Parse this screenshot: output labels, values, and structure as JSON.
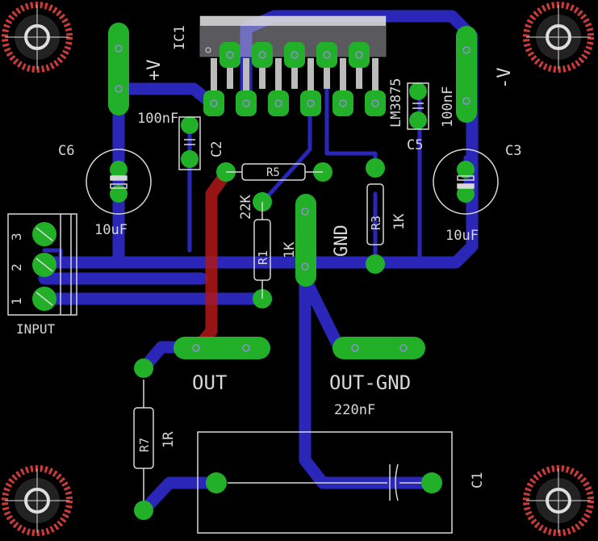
{
  "board": {
    "background": "#000000",
    "colors": {
      "bottom_copper": "#2a27b8",
      "top_copper": "#b01818",
      "pad": "#22b028",
      "silkscreen": "#d8d8d8",
      "hole_mark": "#cc3a3a"
    }
  },
  "labels": {
    "ic1_name": "IC1",
    "ic1_value": "LM3875",
    "plus_v": "+V",
    "minus_v": "-V",
    "c2_value": "100nF",
    "c2_name": "C2",
    "c5_value": "100nF",
    "c5_name": "C5",
    "c6_name": "C6",
    "c6_value": "10uF",
    "c3_name": "C3",
    "c3_value": "10uF",
    "r5_name": "R5",
    "r5_value": "22K",
    "r1_name": "R1",
    "r1_value": "1K",
    "r3_name": "R3",
    "r3_value": "1K",
    "gnd": "GND",
    "conn_pin3": "3",
    "conn_pin2": "2",
    "conn_pin1": "1",
    "input": "INPUT",
    "out": "OUT",
    "out_gnd": "OUT-GND",
    "c1_value": "220nF",
    "c1_name": "C1",
    "r7_name": "R7",
    "r7_value": "1R"
  }
}
